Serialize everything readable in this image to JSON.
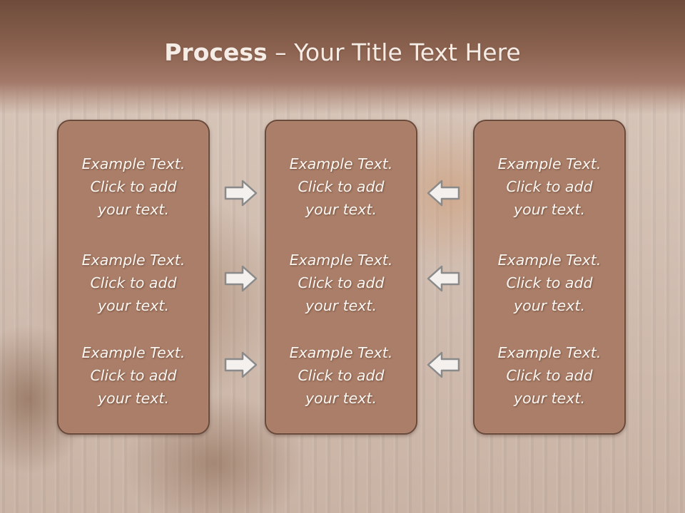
{
  "title": {
    "bold": "Process",
    "rest": " – Your Title Text Here"
  },
  "columns": [
    {
      "items": [
        {
          "line1": "Example Text.",
          "line2": "Click  to add",
          "line3": "your text."
        },
        {
          "line1": "Example Text.",
          "line2": "Click  to add",
          "line3": "your text."
        },
        {
          "line1": "Example Text.",
          "line2": "Click  to add",
          "line3": "your text."
        }
      ]
    },
    {
      "items": [
        {
          "line1": "Example Text.",
          "line2": "Click  to add",
          "line3": "your text."
        },
        {
          "line1": "Example Text.",
          "line2": "Click  to add",
          "line3": "your text."
        },
        {
          "line1": "Example Text.",
          "line2": "Click  to add",
          "line3": "your text."
        }
      ]
    },
    {
      "items": [
        {
          "line1": "Example Text.",
          "line2": "Click  to add",
          "line3": "your text."
        },
        {
          "line1": "Example Text.",
          "line2": "Click  to add",
          "line3": "your text."
        },
        {
          "line1": "Example Text.",
          "line2": "Click  to add",
          "line3": "your text."
        }
      ]
    }
  ],
  "arrows": {
    "left_group": "right-arrow-icon",
    "right_group": "left-arrow-icon"
  },
  "colors": {
    "header": "#8c6350",
    "box_fill": "#aa7e68",
    "box_border": "#6a4a3b",
    "text": "#fbf6f2"
  }
}
